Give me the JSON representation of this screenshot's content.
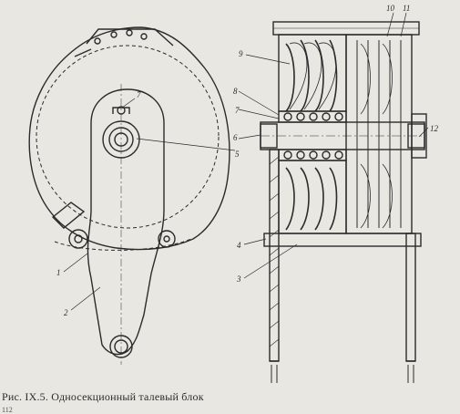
{
  "figure": {
    "caption": "Рис. IX.5. Односекционный талевый блок",
    "page_number": "112"
  },
  "callouts": {
    "c1": "1",
    "c2": "2",
    "c3": "3",
    "c4": "4",
    "c5": "5",
    "c6": "6",
    "c7a": "7",
    "c7b": "7",
    "c8": "8",
    "c9": "9",
    "c10": "10",
    "c11": "11",
    "c12": "12"
  },
  "colors": {
    "paper": "#e9e7e2",
    "ink": "#2b2b2b"
  }
}
